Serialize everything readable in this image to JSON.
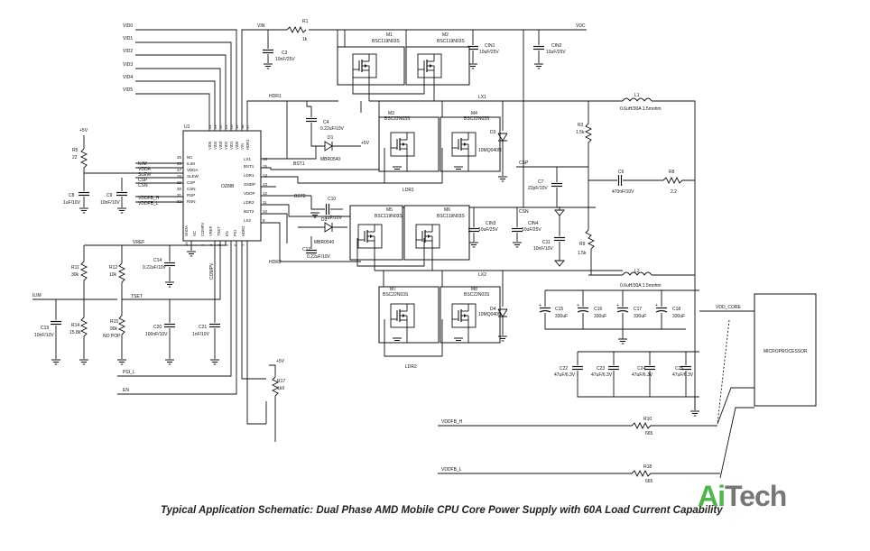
{
  "caption": "Typical Application Schematic: Dual Phase AMD Mobile CPU Core Power Supply with 60A Load Current Capability",
  "logo": {
    "a": "Ai",
    "t": "Tech"
  },
  "vid": [
    "VID0",
    "VID1",
    "VID2",
    "VID3",
    "VID4",
    "VID5"
  ],
  "nets": {
    "vin": "VIN",
    "vdc": "VDC",
    "hdr1": "HDR1",
    "hdr2": "HDR2",
    "lx1": "LX1",
    "lx2": "LX2",
    "ldr1": "LDR1",
    "ldr2": "LDR2",
    "csp": "CSP",
    "csn": "CSN",
    "vref": "VREF",
    "tset": "TSET",
    "ilim": "ILIM",
    "psi_l": "PSI_L",
    "en": "EN",
    "comp": "COMPV",
    "vdd_core": "VDD_CORE",
    "vddfb_h": "VDDFB_H",
    "vddfb_l": "VDDFB_L",
    "p5v_a": "+5V",
    "p5v_b": "+5V",
    "p5v_c": "+5V",
    "bst1": "BST1",
    "bst2": "BST2"
  },
  "ic": {
    "ref": "U1",
    "name": "OZ8IB",
    "left_pins": [
      {
        "n": "25",
        "name": "NC"
      },
      {
        "n": "26",
        "name": "ILIM"
      },
      {
        "n": "27",
        "name": "VDDA"
      },
      {
        "n": "28",
        "name": "SLEW"
      },
      {
        "n": "29",
        "name": "CSP"
      },
      {
        "n": "30",
        "name": "CSN"
      },
      {
        "n": "31",
        "name": "RSP"
      },
      {
        "n": "32",
        "name": "RSN"
      }
    ],
    "left_nets": [
      "ILIM",
      "VDDA",
      "SLEW",
      "CSP",
      "CSN",
      "VDDFB_H",
      "VDDFB_L"
    ],
    "right_pins": [
      {
        "n": "16",
        "name": "LX1"
      },
      {
        "n": "15",
        "name": "BST1"
      },
      {
        "n": "14",
        "name": "LDR1"
      },
      {
        "n": "13",
        "name": "GNDP"
      },
      {
        "n": "12",
        "name": "VDDP"
      },
      {
        "n": "11",
        "name": "LDR2"
      },
      {
        "n": "10",
        "name": "BST2"
      },
      {
        "n": "9",
        "name": "LX2"
      }
    ],
    "top_pins": [
      "VID5",
      "VID4",
      "VID3",
      "VID2",
      "VID1",
      "VID0",
      "VIN",
      "HDR1"
    ],
    "top_nums": [
      "24",
      "23",
      "22",
      "21",
      "20",
      "19",
      "18",
      "17"
    ],
    "bottom_pins": [
      "GNDA",
      "NC",
      "COMPV",
      "VREF",
      "TSET",
      "EN",
      "PSI",
      "HDR2"
    ],
    "bottom_nums": [
      "33",
      "1",
      "2",
      "3",
      "4",
      "5",
      "6",
      "7"
    ]
  },
  "parts": {
    "r1": {
      "ref": "R1",
      "val": "1k"
    },
    "c3": {
      "ref": "C3",
      "val": "10nF/25V"
    },
    "m1": {
      "ref": "M1",
      "val": "BSC119N03S"
    },
    "m2": {
      "ref": "M2",
      "val": "BSC119N03S"
    },
    "m3": {
      "ref": "M3",
      "val": "BSC22N03S"
    },
    "m4": {
      "ref": "M4",
      "val": "BSC22N03S"
    },
    "m5": {
      "ref": "M5",
      "val": "BSC119N03S"
    },
    "m6": {
      "ref": "M6",
      "val": "BSC119N03S"
    },
    "m7": {
      "ref": "M7",
      "val": "BSC22N03S"
    },
    "m8": {
      "ref": "M8",
      "val": "BSC22N03S"
    },
    "cin1": {
      "ref": "CIN1",
      "val": "10uF/25V"
    },
    "cin2": {
      "ref": "CIN2",
      "val": "10uF/25V"
    },
    "cin3": {
      "ref": "CIN3",
      "val": "10uF/25V"
    },
    "cin4": {
      "ref": "CIN4",
      "val": "10uF/25V"
    },
    "c4": {
      "ref": "C4",
      "val": "0.22uF/10V"
    },
    "d1": {
      "ref": "D1",
      "val": "MBR0540"
    },
    "c10": {
      "ref": "C10",
      "val": "1uF/10V"
    },
    "d2": {
      "ref": "D2",
      "val": "MBR0540"
    },
    "c12": {
      "ref": "C12",
      "val": "0.22uF/10V"
    },
    "d3": {
      "ref": "D3",
      "val": "10MQ040N"
    },
    "d4": {
      "ref": "D4",
      "val": "10MQ040N"
    },
    "l1": {
      "ref": "L1",
      "val": "0.6uH/30A 1.5mohm"
    },
    "l2": {
      "ref": "L2",
      "val": "0.6uH/30A 1.5mohm"
    },
    "r3": {
      "ref": "R3",
      "val": "1.5k"
    },
    "r9": {
      "ref": "R9",
      "val": "1.5k"
    },
    "c7": {
      "ref": "C7",
      "val": "22pF/10V"
    },
    "c11": {
      "ref": "C11",
      "val": "10nF/10V"
    },
    "c6": {
      "ref": "C6",
      "val": "470nF/10V"
    },
    "r8": {
      "ref": "R8",
      "val": "2.2"
    },
    "r5": {
      "ref": "R5",
      "val": "22"
    },
    "c8": {
      "ref": "C8",
      "val": "1uF/10V"
    },
    "c9": {
      "ref": "C9",
      "val": "10nF/10V"
    },
    "r11": {
      "ref": "R11",
      "val": "30k"
    },
    "r12": {
      "ref": "R12",
      "val": "10k"
    },
    "c14": {
      "ref": "C14",
      "val": "0.22uF/10V"
    },
    "r14": {
      "ref": "R14",
      "val": "15.8k"
    },
    "c19": {
      "ref": "C19",
      "val": "10nF/10V"
    },
    "r15": {
      "ref": "R15",
      "val": "NO POP"
    },
    "r15b": {
      "ref": "",
      "val": "90k"
    },
    "c20": {
      "ref": "C20",
      "val": "100nF/10V"
    },
    "c21": {
      "ref": "C21",
      "val": "1nF/10V"
    },
    "r17": {
      "ref": "R17",
      "val": "1k9"
    },
    "c15": {
      "ref": "C15",
      "val": "330uF"
    },
    "c16": {
      "ref": "C16",
      "val": "330uF"
    },
    "c17": {
      "ref": "C17",
      "val": "330uF"
    },
    "c18": {
      "ref": "C18",
      "val": "330uF"
    },
    "c22": {
      "ref": "C22",
      "val": "47uF/6.3V"
    },
    "c23": {
      "ref": "C23",
      "val": "47uF/6.3V"
    },
    "c24": {
      "ref": "C24",
      "val": "47uF/6.3V"
    },
    "c25": {
      "ref": "C25",
      "val": "47uF/6.3V"
    },
    "r10": {
      "ref": "R10",
      "val": "665"
    },
    "r18": {
      "ref": "R18",
      "val": "665"
    }
  },
  "micro": "MICROPROCESSOR"
}
